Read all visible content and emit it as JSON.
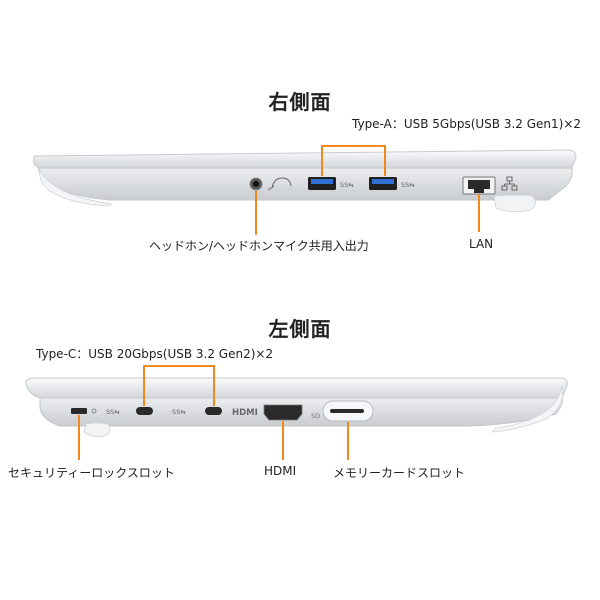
{
  "right_side": {
    "title": "右側面",
    "usb_a_label": "Type-A：USB 5Gbps(USB 3.2 Gen1)×2",
    "usb_a_icon_text": "SS⇆",
    "headphone_label": "ヘッドホン/ヘッドホンマイク共用入出力",
    "lan_label": "LAN"
  },
  "left_side": {
    "title": "左側面",
    "usb_c_label": "Type-C：USB 20Gbps(USB 3.2 Gen2)×2",
    "usb_c_icon_text": "SS⇆",
    "hdmi_logo_text": "HDMI",
    "sd_logo_text": "SD",
    "lock_label": "セキュリティーロックスロット",
    "hdmi_label": "HDMI",
    "card_label": "メモリーカードスロット"
  },
  "colors": {
    "callout": "#f08a1c",
    "body_silver": "#e8eaed",
    "body_white": "#f7f8f9",
    "port_dark": "#2a2a2a",
    "usb_blue": "#2f6fd1"
  }
}
